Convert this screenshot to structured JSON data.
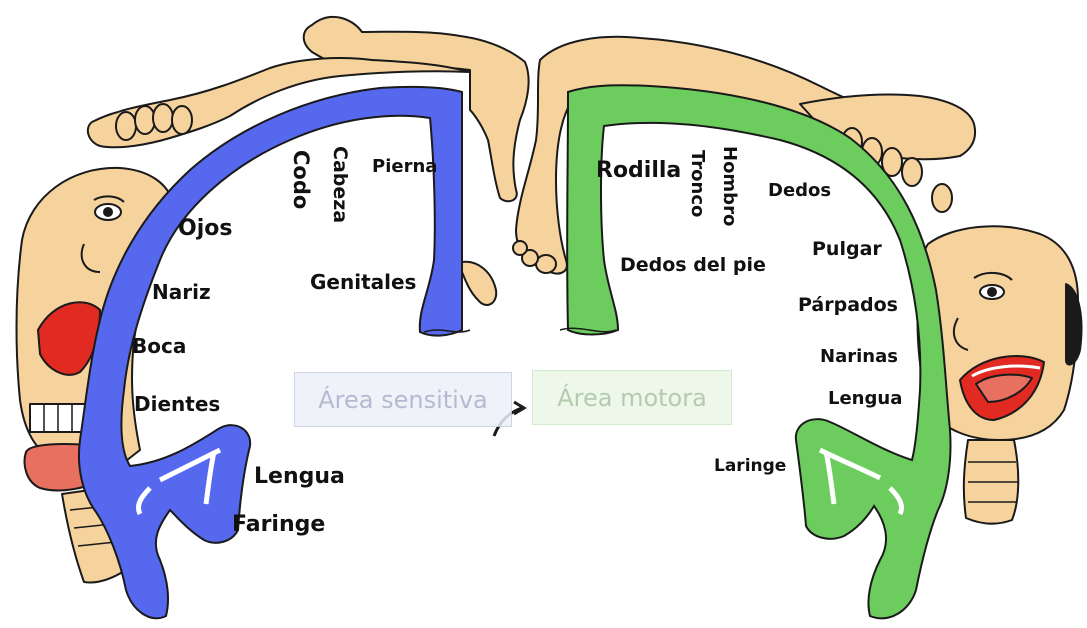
{
  "diagram": {
    "colors": {
      "sensory_strip": "#5668ee",
      "motor_strip": "#6ccd5e",
      "skin": "#f6d29c",
      "outline": "#1a1a1a",
      "lips": "#e02a22",
      "tongue": "#e87060"
    },
    "area_titles": {
      "sensory": "Área sensitiva",
      "motor": "Área motora"
    },
    "sensory_labels": {
      "pierna": "Pierna",
      "cabeza": "Cabeza",
      "codo": "Codo",
      "ojos": "Ojos",
      "nariz": "Nariz",
      "boca": "Boca",
      "dientes": "Dientes",
      "genitales": "Genitales",
      "lengua": "Lengua",
      "faringe": "Faringe"
    },
    "motor_labels": {
      "rodilla": "Rodilla",
      "tronco": "Tronco",
      "hombro": "Hombro",
      "dedos": "Dedos",
      "dedos_pie": "Dedos del pie",
      "pulgar": "Pulgar",
      "parpados": "Párpados",
      "narinas": "Narinas",
      "lengua": "Lengua",
      "laringe": "Laringe"
    }
  }
}
